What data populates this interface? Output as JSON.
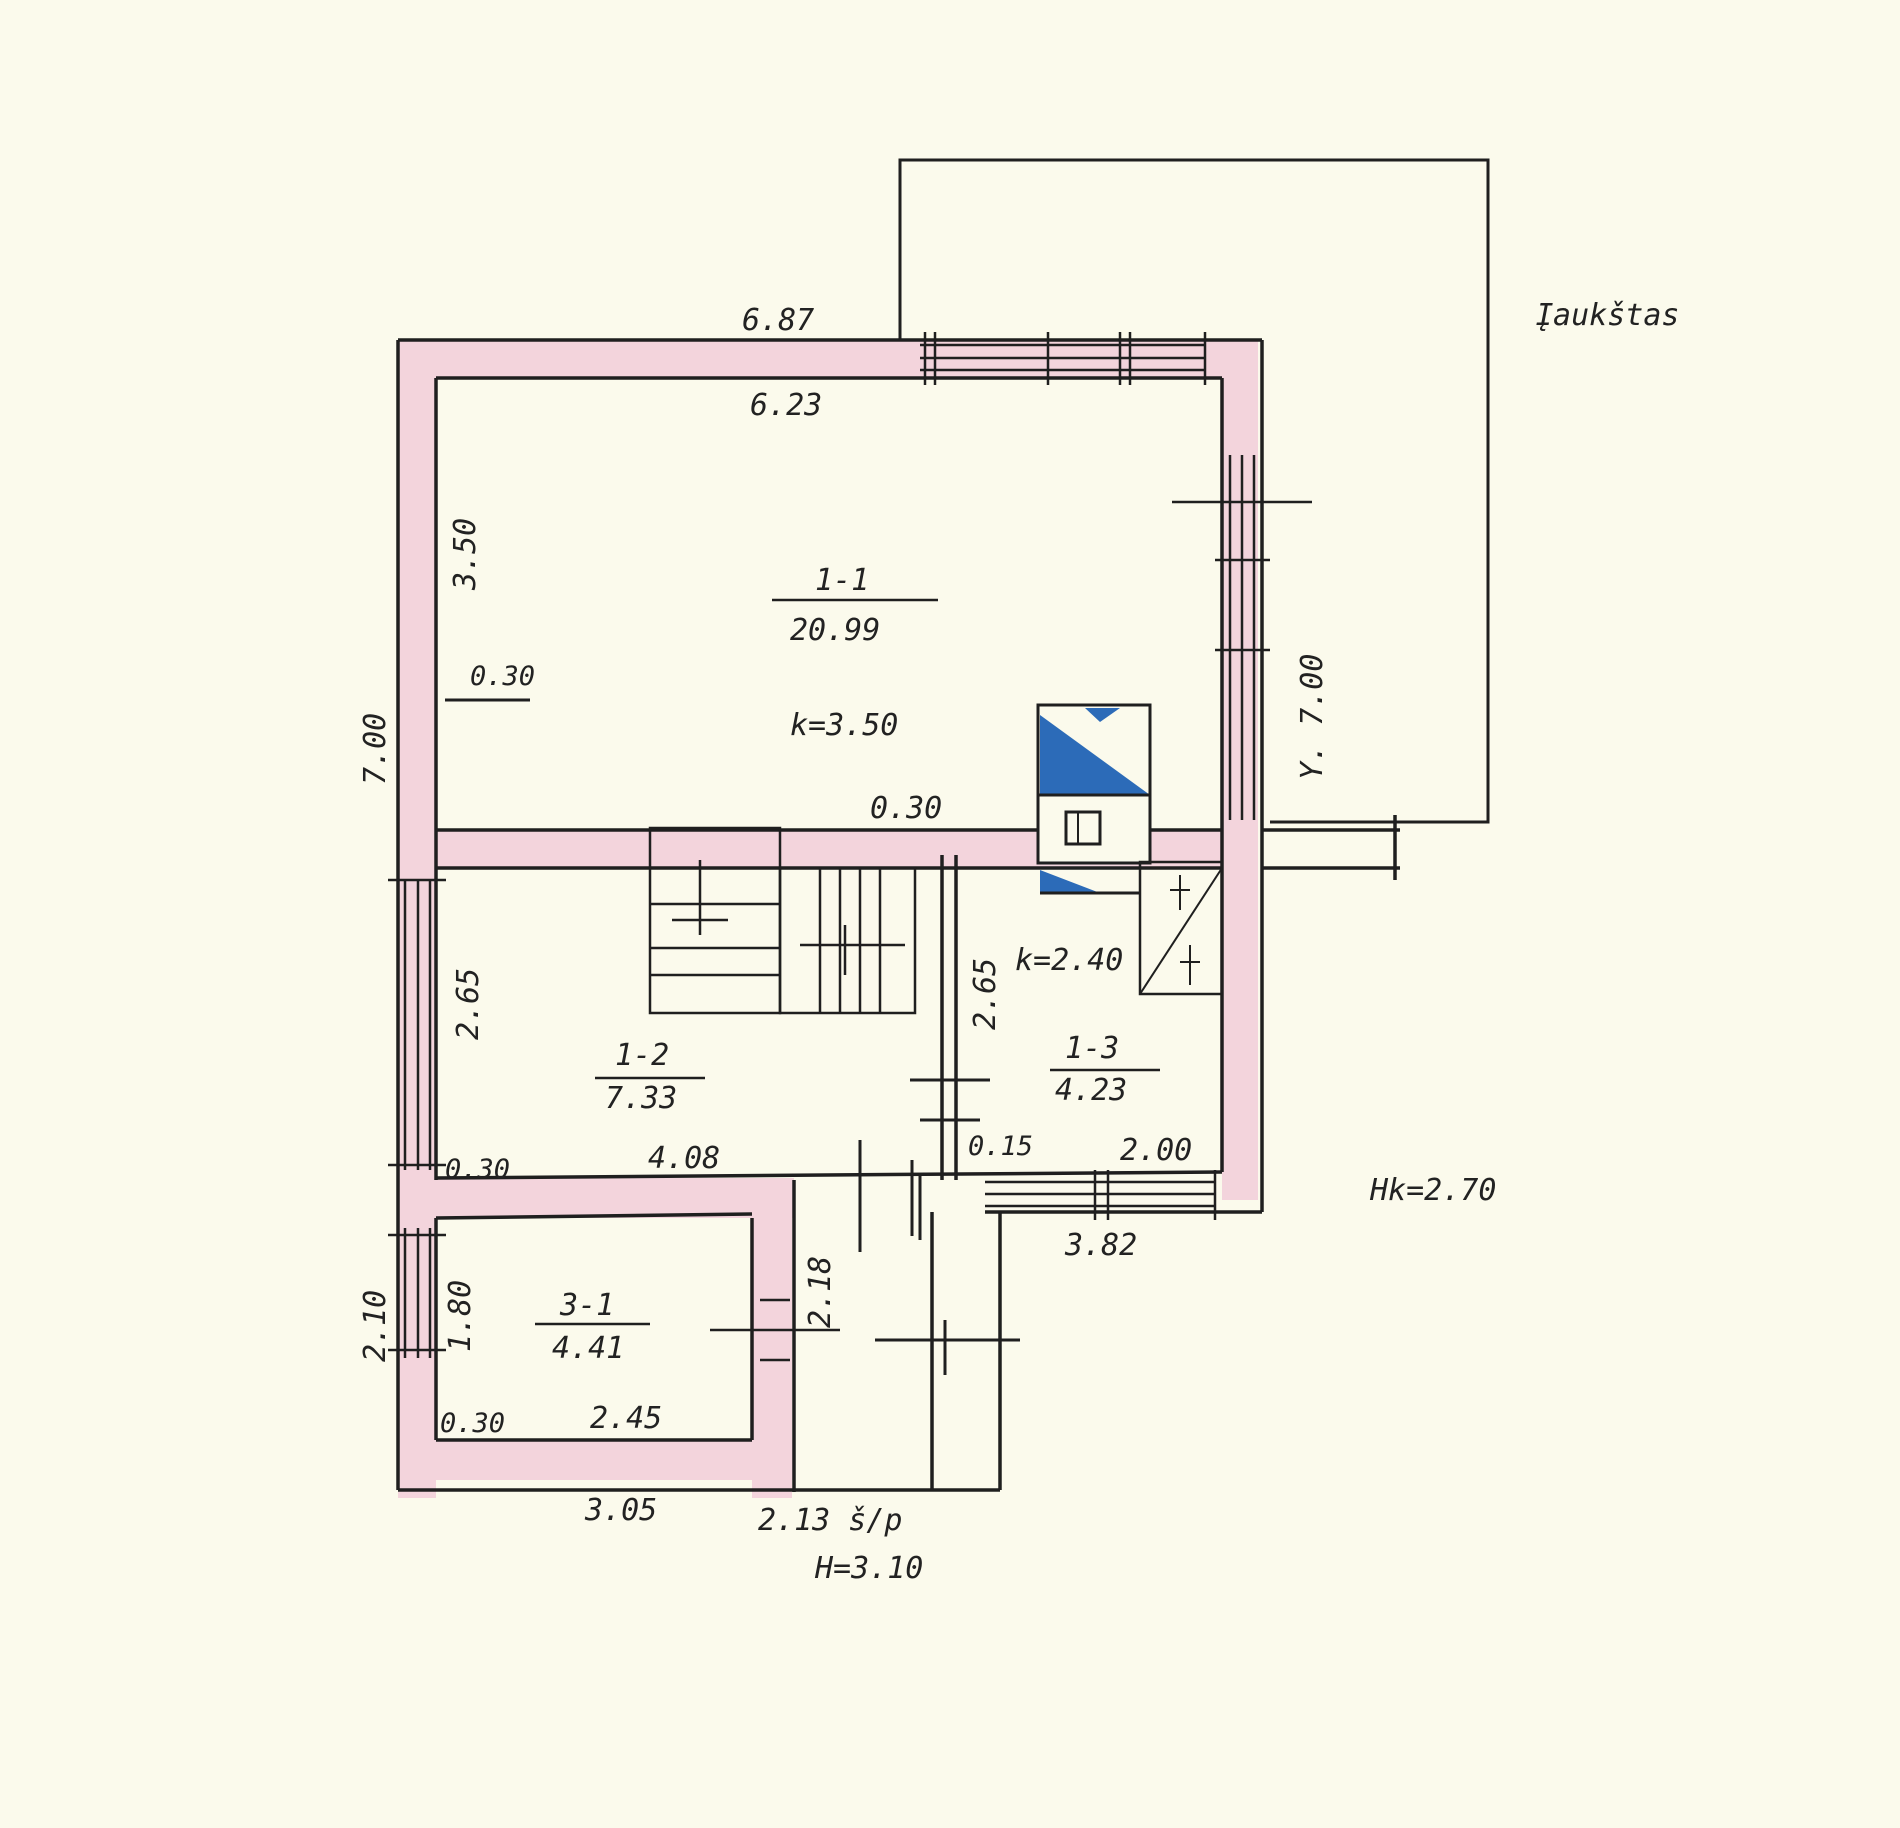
{
  "colors": {
    "paper": "#fbfaec",
    "ink": "#1f1f1f",
    "wall_fill": "#f3d4dc",
    "stove_blue": "#2c6bb8"
  },
  "labels": {
    "outer_top": "6.87",
    "inner_top": "6.23",
    "left_upper": "3.50",
    "wall_030_a": "0.30",
    "room_1_1": "1-1",
    "area_1_1": "20.99",
    "height_1_1": "k=3.50",
    "left_outer": "7.00",
    "right_outer": "Y. 7.00",
    "partition_030": "0.30",
    "left_mid": "2.65",
    "mid_stair": "2.65",
    "height_1_3": "k=2.40",
    "room_1_2": "1-2",
    "area_1_2": "7.33",
    "room_1_3": "1-3",
    "area_1_3": "4.23",
    "wall_030_b": "0.30",
    "len_408": "4.08",
    "wall_015": "0.15",
    "len_200": "2.00",
    "len_382": "3.82",
    "hk": "Hk=2.70",
    "left_low_outer": "2.10",
    "left_low_inner": "1.80",
    "room_3_1": "3-1",
    "area_3_1": "4.41",
    "right_low": "2.18",
    "wall_030_c": "0.30",
    "len_245": "2.45",
    "len_305": "3.05",
    "len_213": "2.13 š/p",
    "h_total": "H=3.10",
    "terrace": "Įaukštas"
  }
}
